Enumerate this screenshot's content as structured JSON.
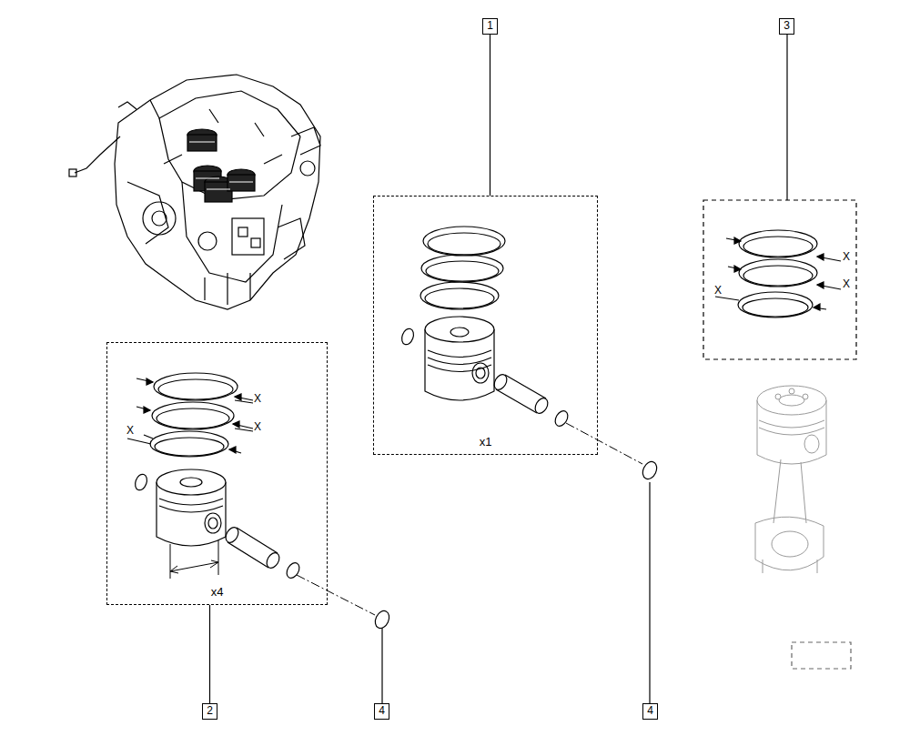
{
  "diagram": {
    "nodes": [
      {
        "text": [
          "1"
        ]
      },
      {
        "text": [
          "3"
        ]
      },
      {
        "text": [
          "x1"
        ]
      },
      {
        "text": [
          "x4"
        ]
      },
      {
        "text": [
          "2"
        ]
      },
      {
        "text": [
          "4"
        ]
      },
      {
        "text": [
          "4"
        ]
      }
    ],
    "edges": [
      {
        "from": 0,
        "to": 2,
        "arrow": "none"
      },
      {
        "from": 4,
        "to": 3,
        "arrow": "none"
      }
    ],
    "labels": [
      "X",
      "X",
      "X",
      "X",
      "X",
      "X"
    ]
  }
}
